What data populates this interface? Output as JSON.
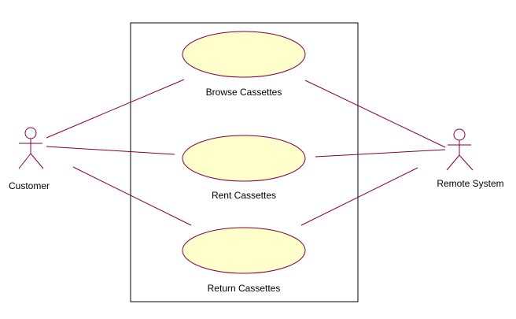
{
  "colors": {
    "line": "#800040",
    "use_case_fill": "#FFFFCC",
    "boundary": "#000000",
    "text": "#000000"
  },
  "actors": {
    "customer": {
      "label": "Customer"
    },
    "remote_system": {
      "label": "Remote System"
    }
  },
  "use_cases": {
    "browse": {
      "label": "Browse Cassettes"
    },
    "rent": {
      "label": "Rent Cassettes"
    },
    "return": {
      "label": "Return Cassettes"
    }
  }
}
